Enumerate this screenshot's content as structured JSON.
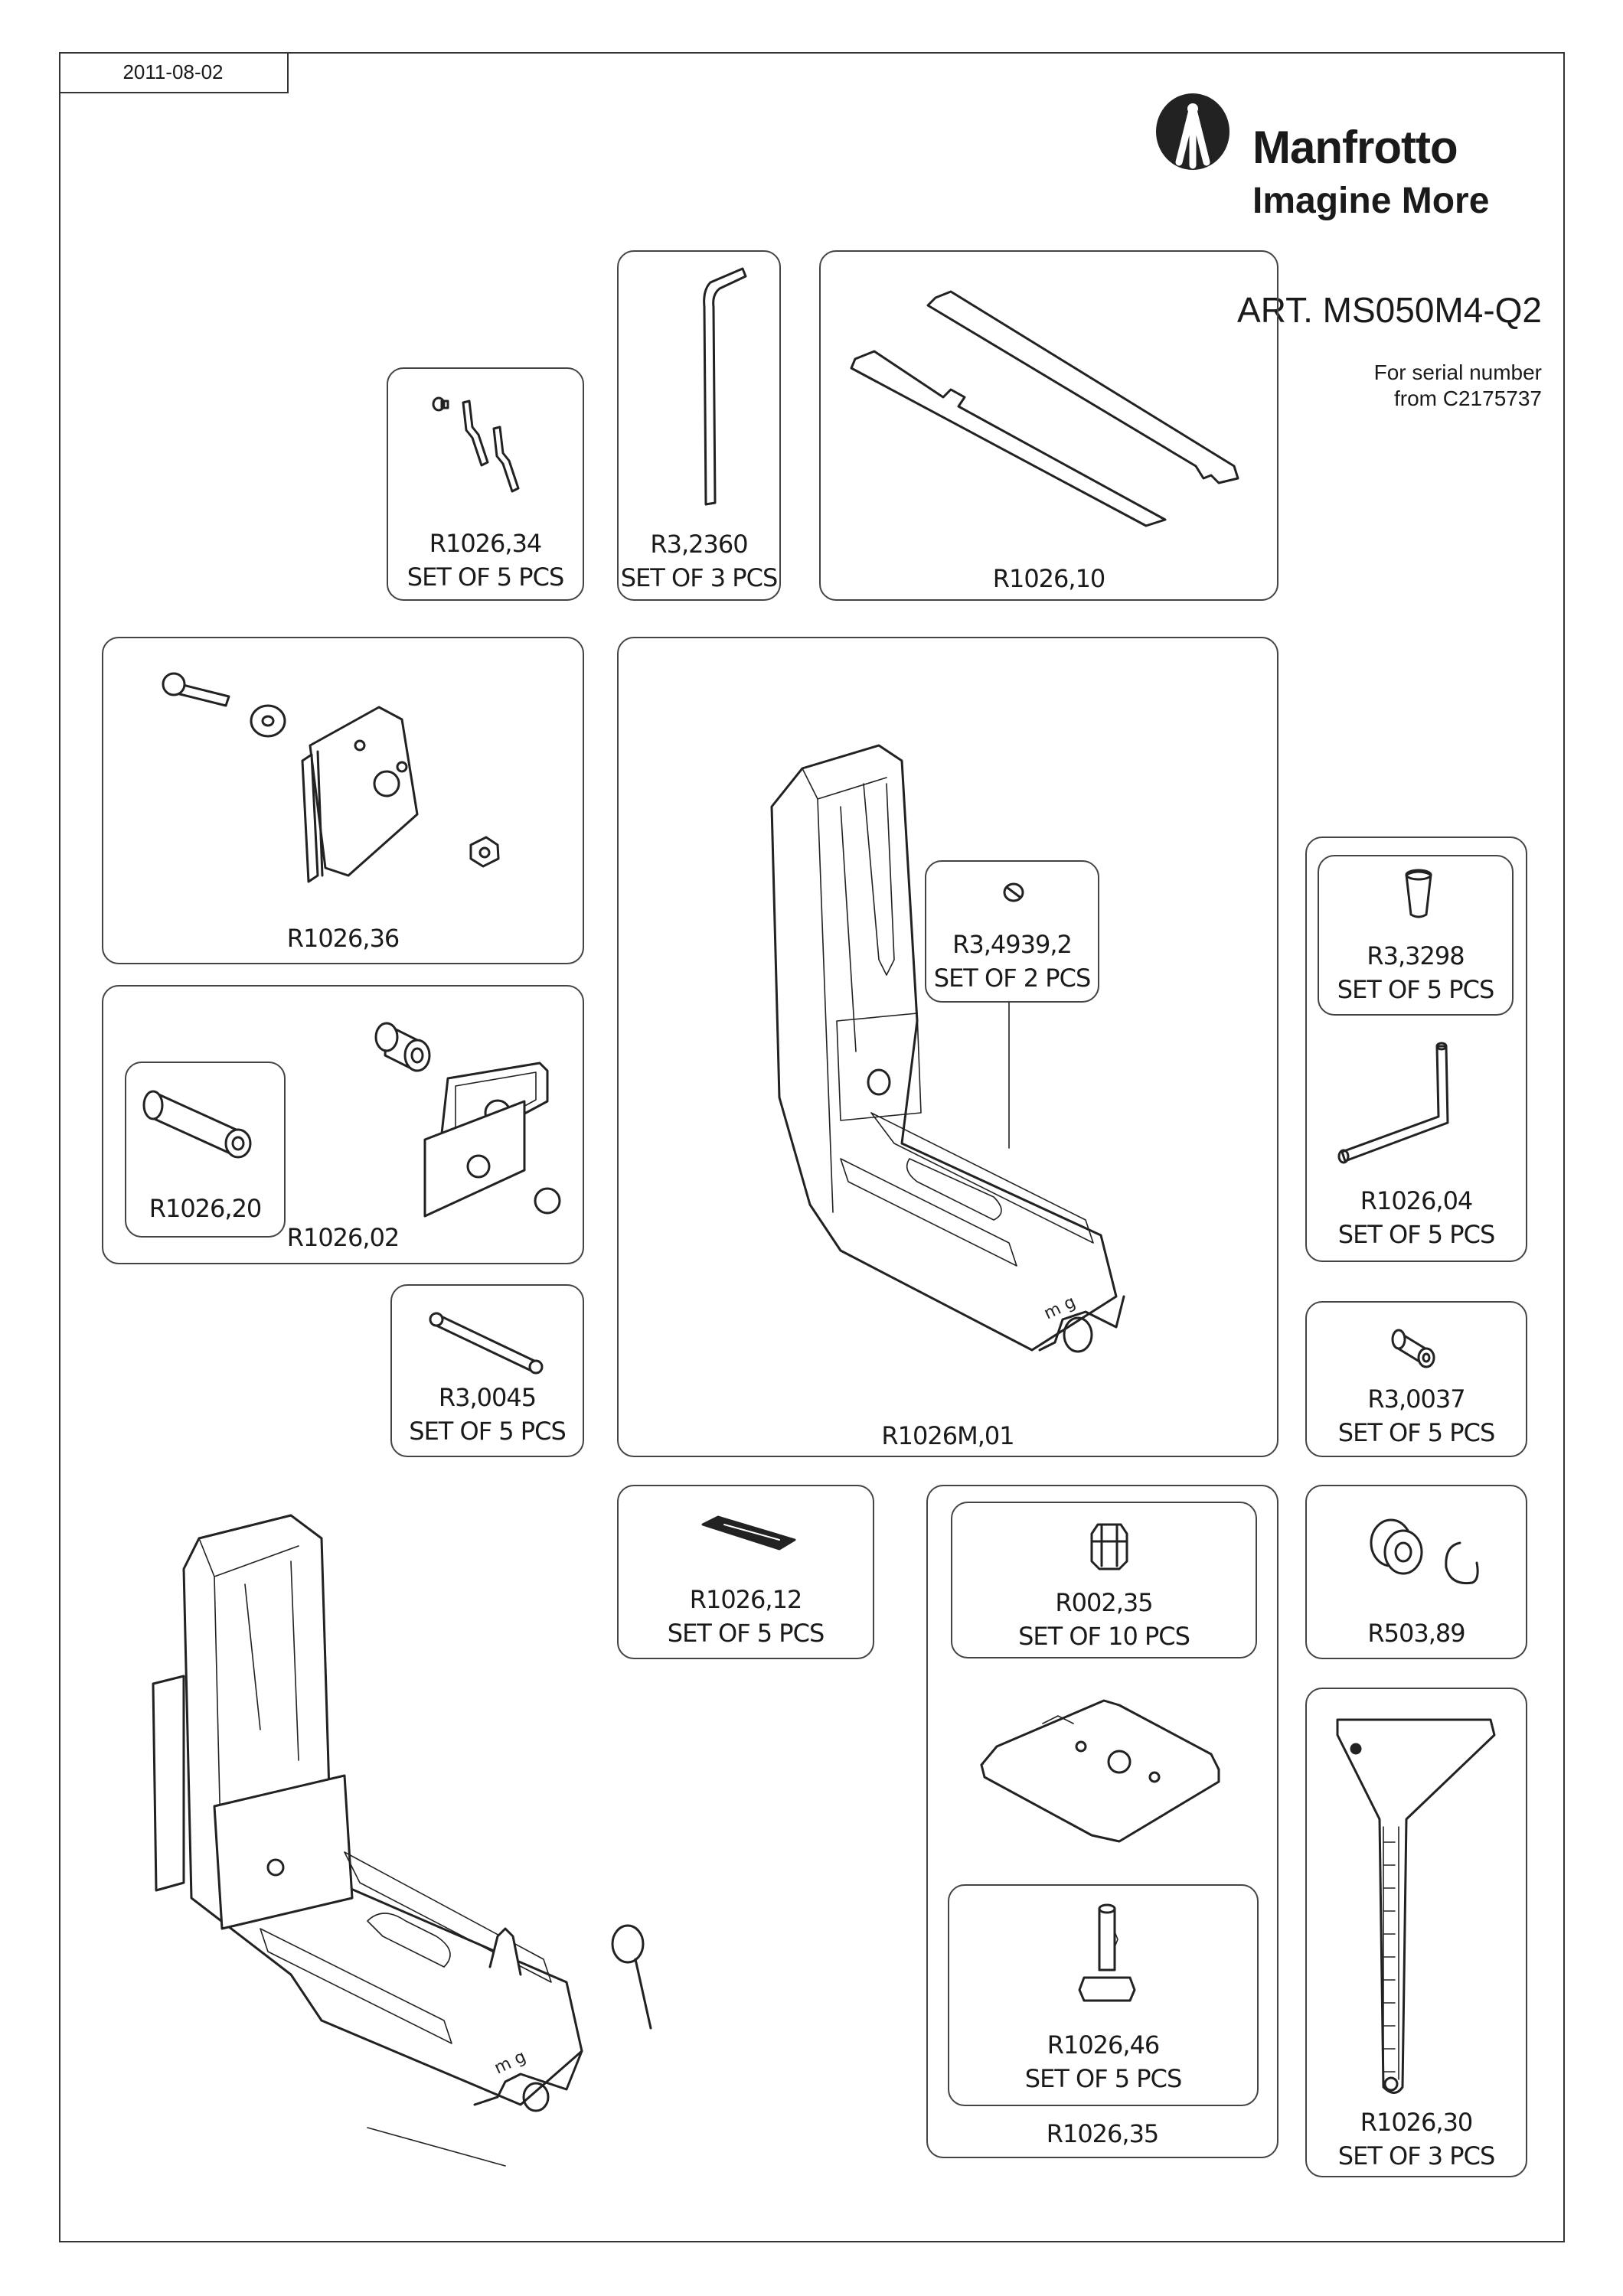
{
  "header": {
    "date": "2011-08-02",
    "brand": "Manfrotto",
    "tagline": "Imagine More",
    "article": "ART. MS050M4-Q2",
    "serial_line1": "For serial number",
    "serial_line2": "from C2175737"
  },
  "parts": {
    "p1": {
      "code": "R1026,34",
      "qty": "SET OF 5 PCS"
    },
    "p2": {
      "code": "R3,2360",
      "qty": "SET OF 3 PCS"
    },
    "p3": {
      "code": "R1026,10"
    },
    "p4": {
      "code": "R1026,36"
    },
    "p5": {
      "code": "R1026M,01"
    },
    "p6": {
      "code": "R3,4939,2",
      "qty": "SET OF 2 PCS"
    },
    "p7": {
      "code": "R3,3298",
      "qty": "SET OF 5 PCS"
    },
    "p8": {
      "code": "R1026,04",
      "qty": "SET OF 5 PCS"
    },
    "p9": {
      "code": "R1026,20"
    },
    "p10": {
      "code": "R1026,02"
    },
    "p11": {
      "code": "R3,0045",
      "qty": "SET OF 5 PCS"
    },
    "p12": {
      "code": "R3,0037",
      "qty": "SET OF 5 PCS"
    },
    "p13": {
      "code": "R1026,12",
      "qty": "SET OF 5 PCS"
    },
    "p14": {
      "code": "R002,35",
      "qty": "SET OF 10 PCS"
    },
    "p15": {
      "code": "R503,89"
    },
    "p16": {
      "code": "R1026,46",
      "qty": "SET OF 5 PCS"
    },
    "p17": {
      "code": "R1026,35"
    },
    "p18": {
      "code": "R1026,30",
      "qty": "SET OF 3 PCS"
    }
  },
  "icons": [
    "manfrotto-logo-icon"
  ]
}
